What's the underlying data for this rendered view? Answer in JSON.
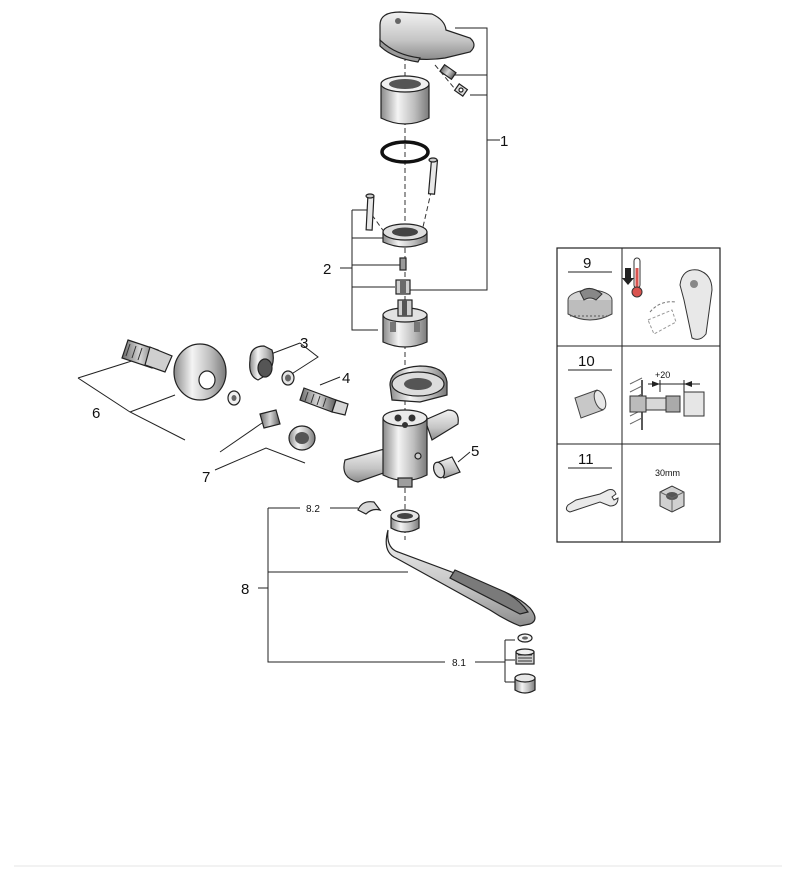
{
  "callouts": {
    "c1": "1",
    "c2": "2",
    "c3": "3",
    "c4": "4",
    "c5": "5",
    "c6": "6",
    "c7": "7",
    "c8": "8",
    "c8_1": "8.1",
    "c8_2": "8.2"
  },
  "legend": {
    "box9": {
      "number": "9"
    },
    "box10": {
      "number": "10",
      "dimension": "+20"
    },
    "box11": {
      "number": "11",
      "size": "30mm"
    }
  },
  "colors": {
    "line": "#222222",
    "part_light": "#e6e6e6",
    "part_mid": "#b9b9b9",
    "part_dark": "#6e6e6e",
    "thermo_red": "#d9534f"
  }
}
